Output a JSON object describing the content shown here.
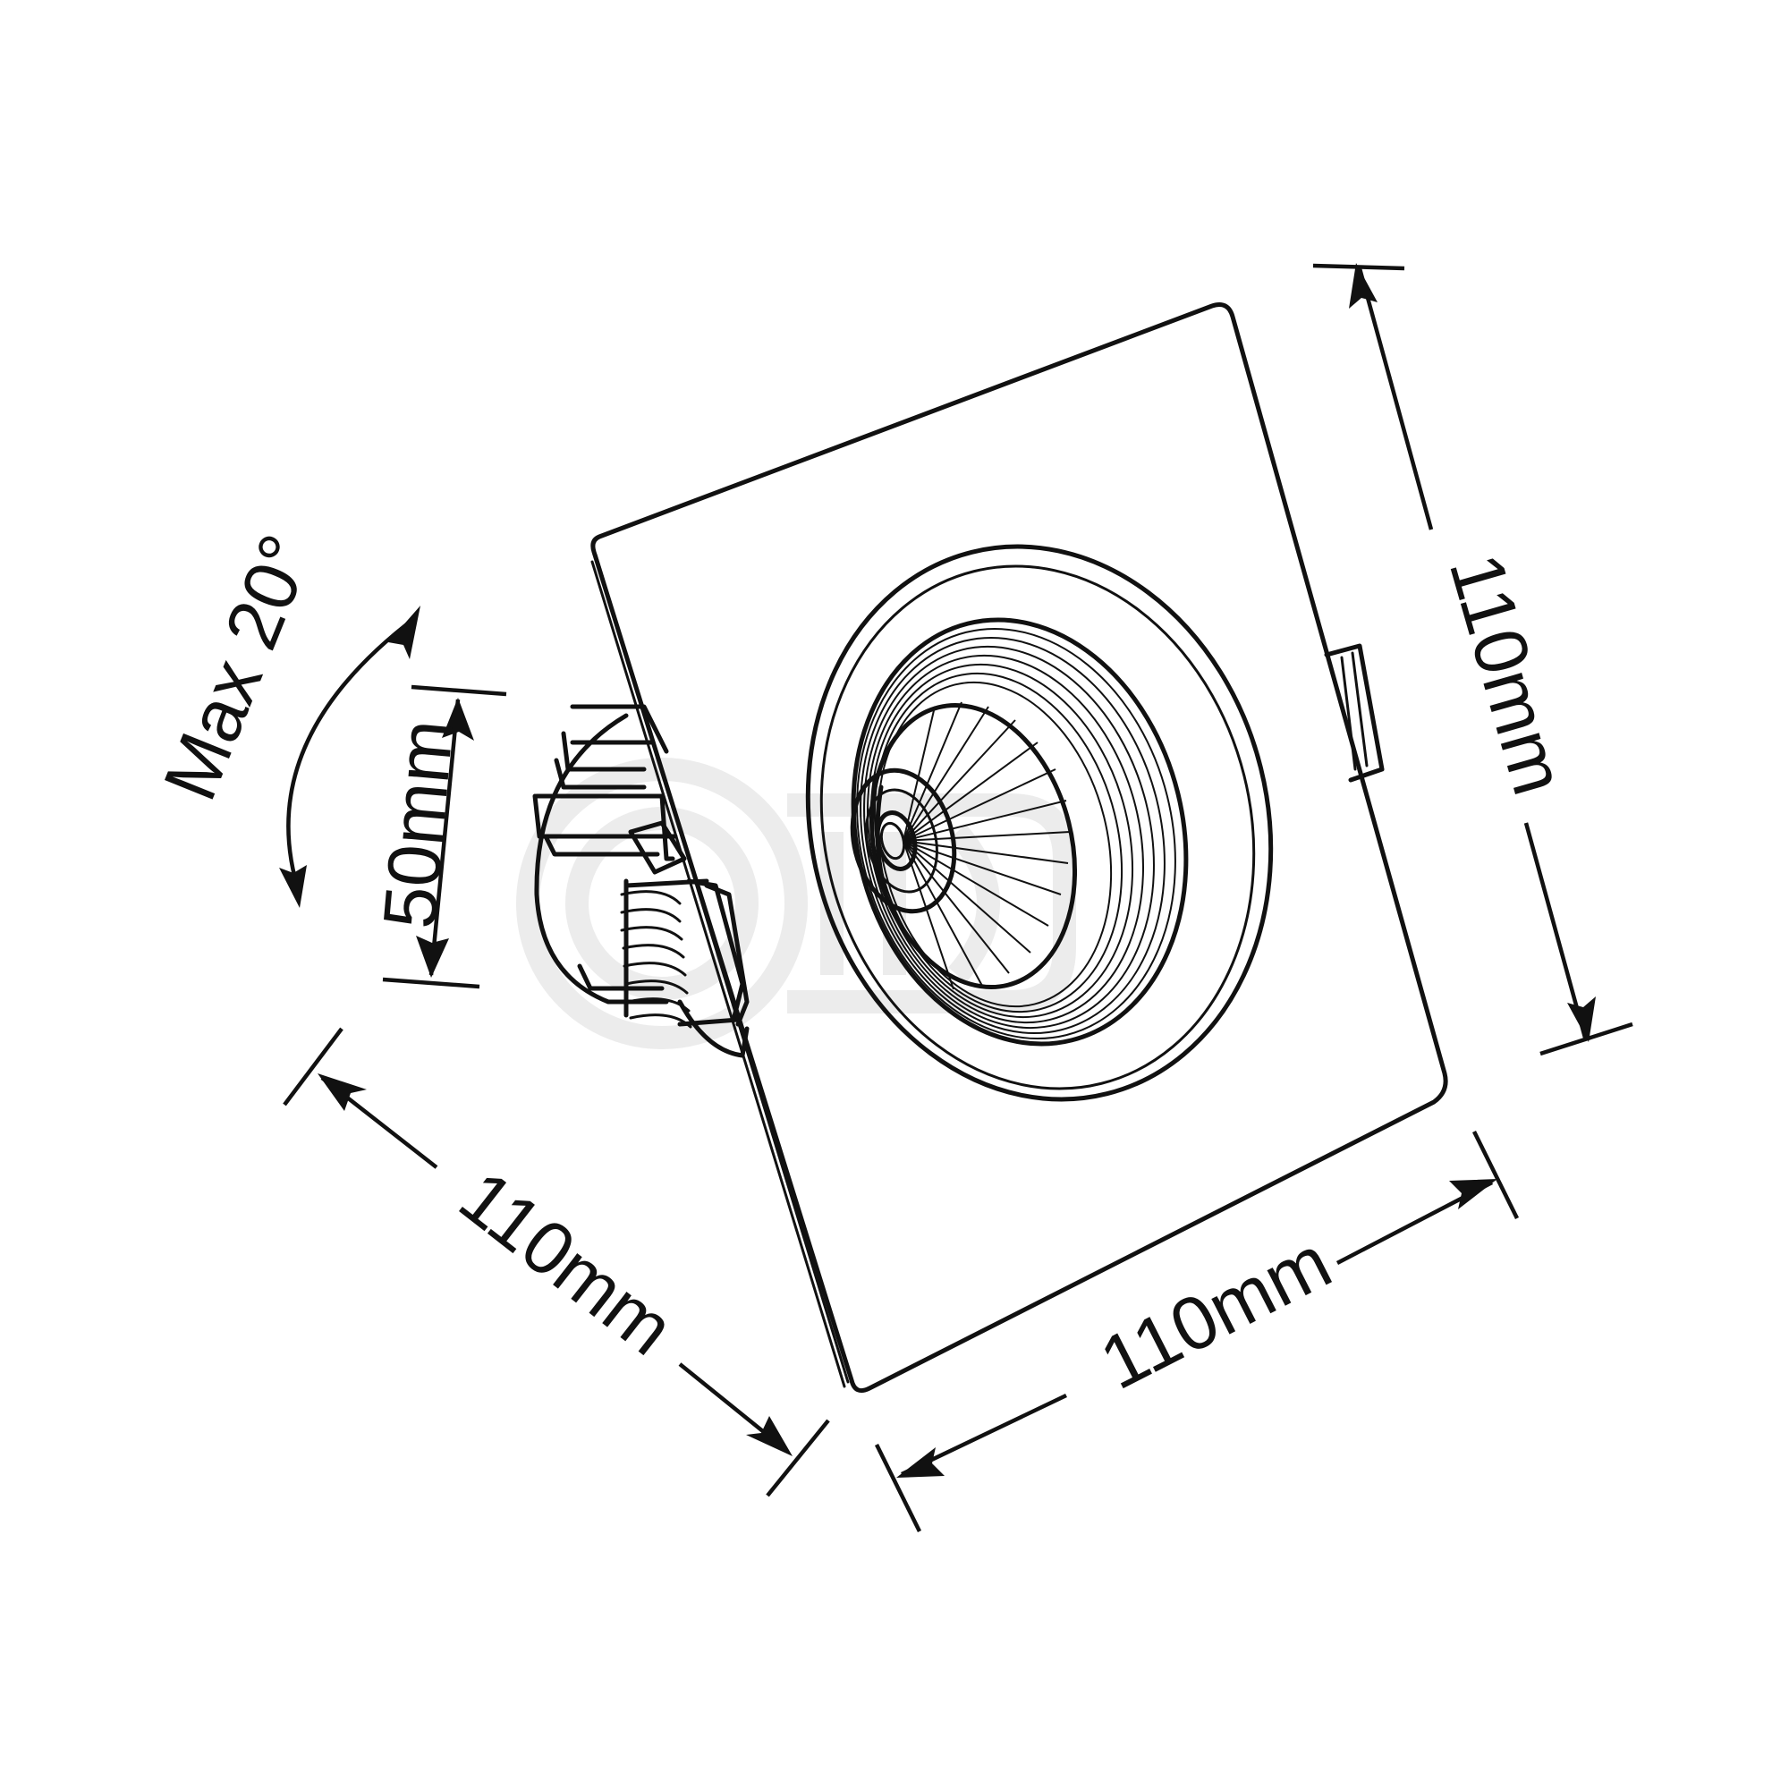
{
  "drawing": {
    "subject": "square tilting recessed downlight",
    "labels": {
      "tilt_angle": "Max 20°",
      "depth": "50mm",
      "width_left": "110mm",
      "width_bottom": "110mm",
      "height_right": "110mm"
    },
    "colors": {
      "line": "#111111",
      "background": "#ffffff",
      "watermark": "#ececec"
    }
  }
}
